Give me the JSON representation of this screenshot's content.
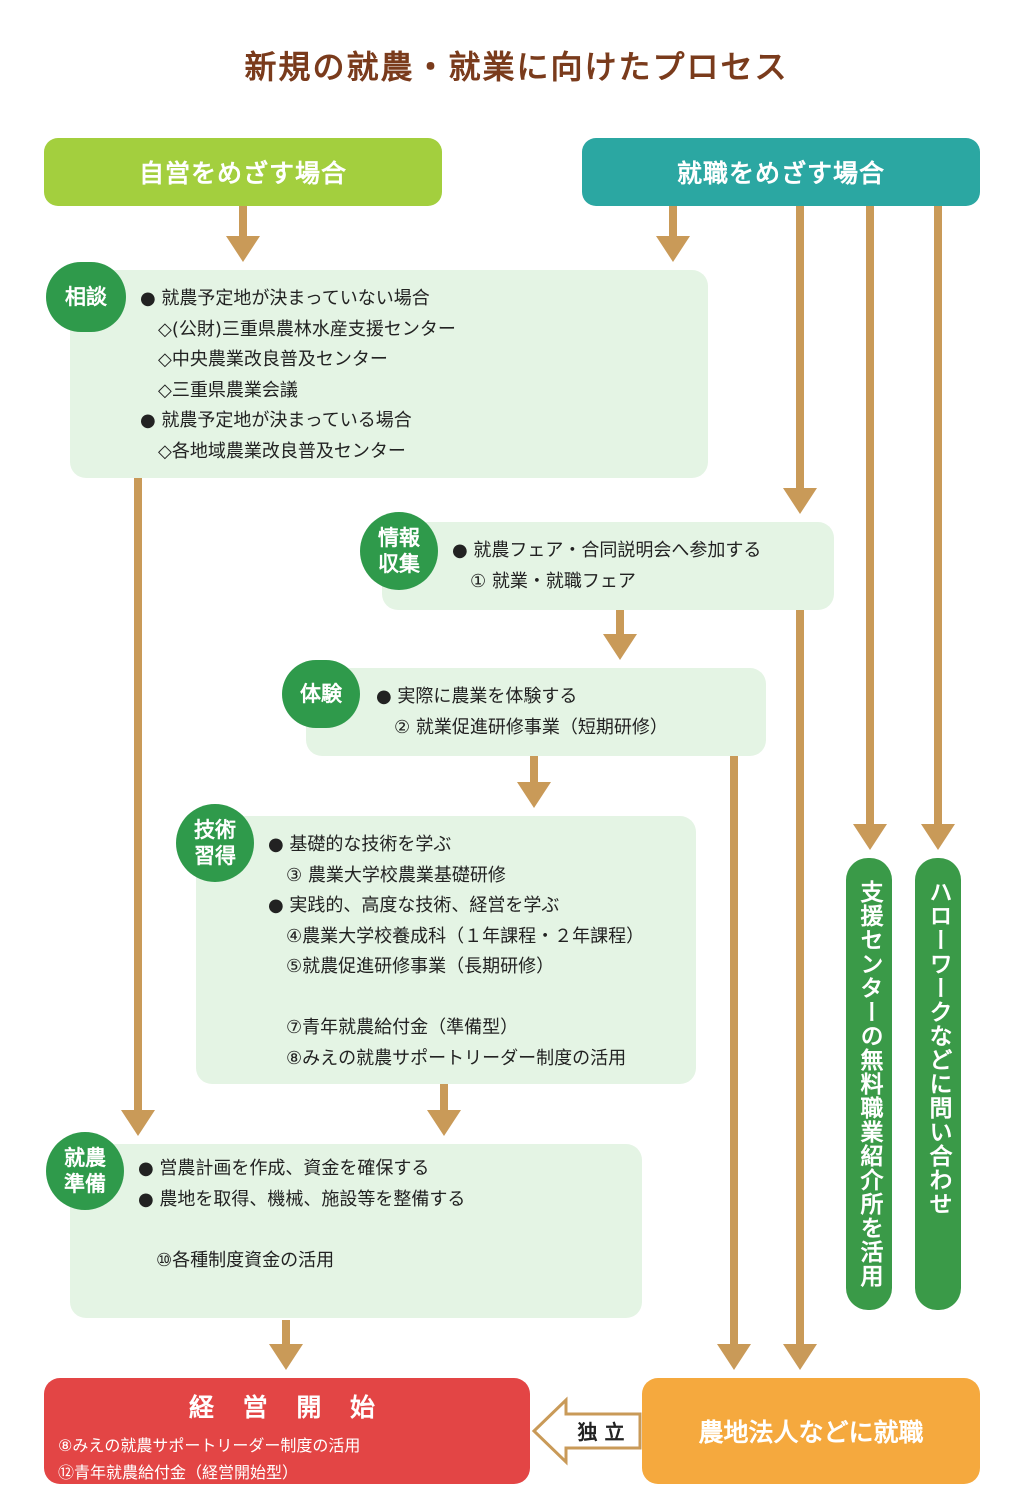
{
  "title": "新規の就農・就業に向けたプロセス",
  "headers": {
    "self_employed": "自営をめざす場合",
    "employment": "就職をめざす場合"
  },
  "steps": {
    "consult": {
      "label": "相談",
      "lines": [
        "● 就農予定地が決まっていない場合",
        "　◇(公財)三重県農林水産支援センター",
        "　◇中央農業改良普及センター",
        "　◇三重県農業会議",
        "● 就農予定地が決まっている場合",
        "　◇各地域農業改良普及センター"
      ]
    },
    "info": {
      "label": "情報収集",
      "lines": [
        "● 就農フェア・合同説明会へ参加する",
        "　① 就業・就職フェア"
      ]
    },
    "experience": {
      "label": "体験",
      "lines": [
        "● 実際に農業を体験する",
        "　② 就業促進研修事業（短期研修）"
      ]
    },
    "skills": {
      "label": "技術習得",
      "lines": [
        "● 基礎的な技術を学ぶ",
        "　③ 農業大学校農業基礎研修",
        "● 実践的、高度な技術、経営を学ぶ",
        "　④農業大学校養成科（１年課程・２年課程）",
        "　⑤就農促進研修事業（長期研修）",
        "",
        "　⑦青年就農給付金（準備型）",
        "　⑧みえの就農サポートリーダー制度の活用"
      ]
    },
    "prep": {
      "label": "就農準備",
      "lines": [
        "● 営農計画を作成、資金を確保する",
        "● 農地を取得、機械、施設等を整備する",
        "",
        "　⑩各種制度資金の活用"
      ]
    }
  },
  "side": {
    "support_center": "支援センターの無料職業紹介所を活用",
    "hello_work": "ハローワークなどに問い合わせ"
  },
  "start": {
    "title": "経 営 開 始",
    "lines": [
      "⑧みえの就農サポートリーダー制度の活用",
      "⑫青年就農給付金（経営開始型）"
    ]
  },
  "independence": "独 立",
  "employment_result": "農地法人などに就職",
  "colors": {
    "title": "#7a3b1c",
    "green_header": "#a3cf3e",
    "teal_header": "#2ba7a2",
    "panel": "#e4f4e4",
    "circle": "#2f9a4b",
    "arrow": "#c99a58",
    "red": "#e34545",
    "orange": "#f5a93e"
  }
}
